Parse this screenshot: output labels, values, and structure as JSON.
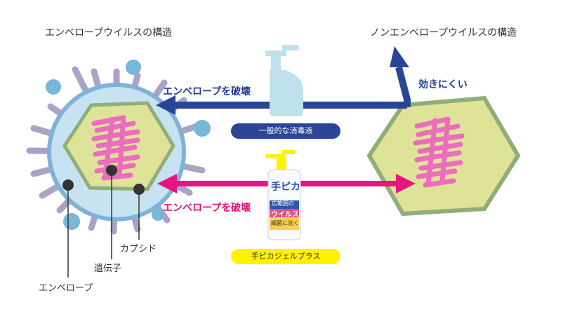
{
  "titles": {
    "left": "エンベロープウイルスの構造",
    "right": "ノンエンベロープウイルスの構造"
  },
  "arrows": {
    "blue_label": "エンベロープを破壊",
    "blue_right_label": "効きにくい",
    "pink_label": "エンベロープを破壊"
  },
  "products": {
    "general_pill": "一般的な消毒液",
    "product_pill": "手ピカジェルプラス",
    "product_label_top": "手ピカ",
    "product_label_mid": "広範囲の",
    "product_label_virus": "ウイルス",
    "product_label_bottom": "細菌に効く"
  },
  "parts": {
    "capsid": "カプシド",
    "gene": "遺伝子",
    "envelope": "エンベロープ"
  },
  "colors": {
    "blue_arrow": "#2a4595",
    "pink_arrow": "#e6157f",
    "envelope_fill": "#c7e3f2",
    "envelope_stroke": "#7fb2d6",
    "capsid_fill": "#dfe39a",
    "capsid_stroke": "#8fae78",
    "gene": "#ec6cbd",
    "spike": "#a9a4c6",
    "spike_tip": "#78b7d6"
  }
}
